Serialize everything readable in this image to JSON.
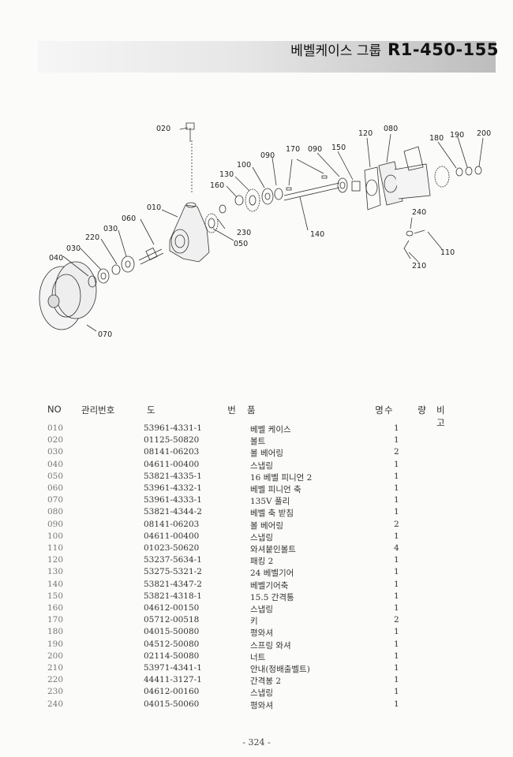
{
  "header": {
    "title_kr": "베벨케이스 그룹",
    "title_code": "R1-450-155"
  },
  "diagram_labels": [
    "020",
    "010",
    "060",
    "030",
    "220",
    "030",
    "040",
    "070",
    "160",
    "130",
    "100",
    "090",
    "170",
    "090",
    "150",
    "120",
    "080",
    "180",
    "190",
    "200",
    "230",
    "050",
    "140",
    "240",
    "110",
    "210"
  ],
  "table": {
    "headers": {
      "no": "NO",
      "mgmt": "관리번호",
      "drawing": "도 번",
      "name": "품 명",
      "qty": "수 량",
      "remarks": "비 고"
    },
    "rows": [
      {
        "no": "010",
        "drawing": "53961-4331-1",
        "name": "베벨 케이스",
        "qty": "1"
      },
      {
        "no": "020",
        "drawing": "01125-50820",
        "name": "볼트",
        "qty": "1"
      },
      {
        "no": "030",
        "drawing": "08141-06203",
        "name": "볼 베어링",
        "qty": "2"
      },
      {
        "no": "040",
        "drawing": "04611-00400",
        "name": "스냅링",
        "qty": "1"
      },
      {
        "no": "050",
        "drawing": "53821-4335-1",
        "name": "16 베벨 피니언 2",
        "qty": "1"
      },
      {
        "no": "060",
        "drawing": "53961-4332-1",
        "name": "베벨 피니언 축",
        "qty": "1"
      },
      {
        "no": "070",
        "drawing": "53961-4333-1",
        "name": "135V 풀리",
        "qty": "1"
      },
      {
        "no": "080",
        "drawing": "53821-4344-2",
        "name": "베벨 축 받침",
        "qty": "1"
      },
      {
        "no": "090",
        "drawing": "08141-06203",
        "name": "볼 베어링",
        "qty": "2"
      },
      {
        "no": "100",
        "drawing": "04611-00400",
        "name": "스냅링",
        "qty": "1"
      },
      {
        "no": "110",
        "drawing": "01023-50620",
        "name": "와셔붙인볼트",
        "qty": "4"
      },
      {
        "no": "120",
        "drawing": "53237-5634-1",
        "name": "패킹 2",
        "qty": "1"
      },
      {
        "no": "130",
        "drawing": "53275-5321-2",
        "name": "24 베벨기어",
        "qty": "1"
      },
      {
        "no": "140",
        "drawing": "53821-4347-2",
        "name": "베벨기어축",
        "qty": "1"
      },
      {
        "no": "150",
        "drawing": "53821-4318-1",
        "name": "15.5 간격통",
        "qty": "1"
      },
      {
        "no": "160",
        "drawing": "04612-00150",
        "name": "스냅링",
        "qty": "1"
      },
      {
        "no": "170",
        "drawing": "05712-00518",
        "name": "키",
        "qty": "2"
      },
      {
        "no": "180",
        "drawing": "04015-50080",
        "name": "평와셔",
        "qty": "1"
      },
      {
        "no": "190",
        "drawing": "04512-50080",
        "name": "스프링 와셔",
        "qty": "1"
      },
      {
        "no": "200",
        "drawing": "02114-50080",
        "name": "너트",
        "qty": "1"
      },
      {
        "no": "210",
        "drawing": "53971-4341-1",
        "name": "안내(정배출벨트)",
        "qty": "1"
      },
      {
        "no": "220",
        "drawing": "44411-3127-1",
        "name": "간격봉 2",
        "qty": "1"
      },
      {
        "no": "230",
        "drawing": "04612-00160",
        "name": "스냅링",
        "qty": "1"
      },
      {
        "no": "240",
        "drawing": "04015-50060",
        "name": "평와셔",
        "qty": "1"
      }
    ]
  },
  "footer": {
    "page": "- 324 -"
  }
}
